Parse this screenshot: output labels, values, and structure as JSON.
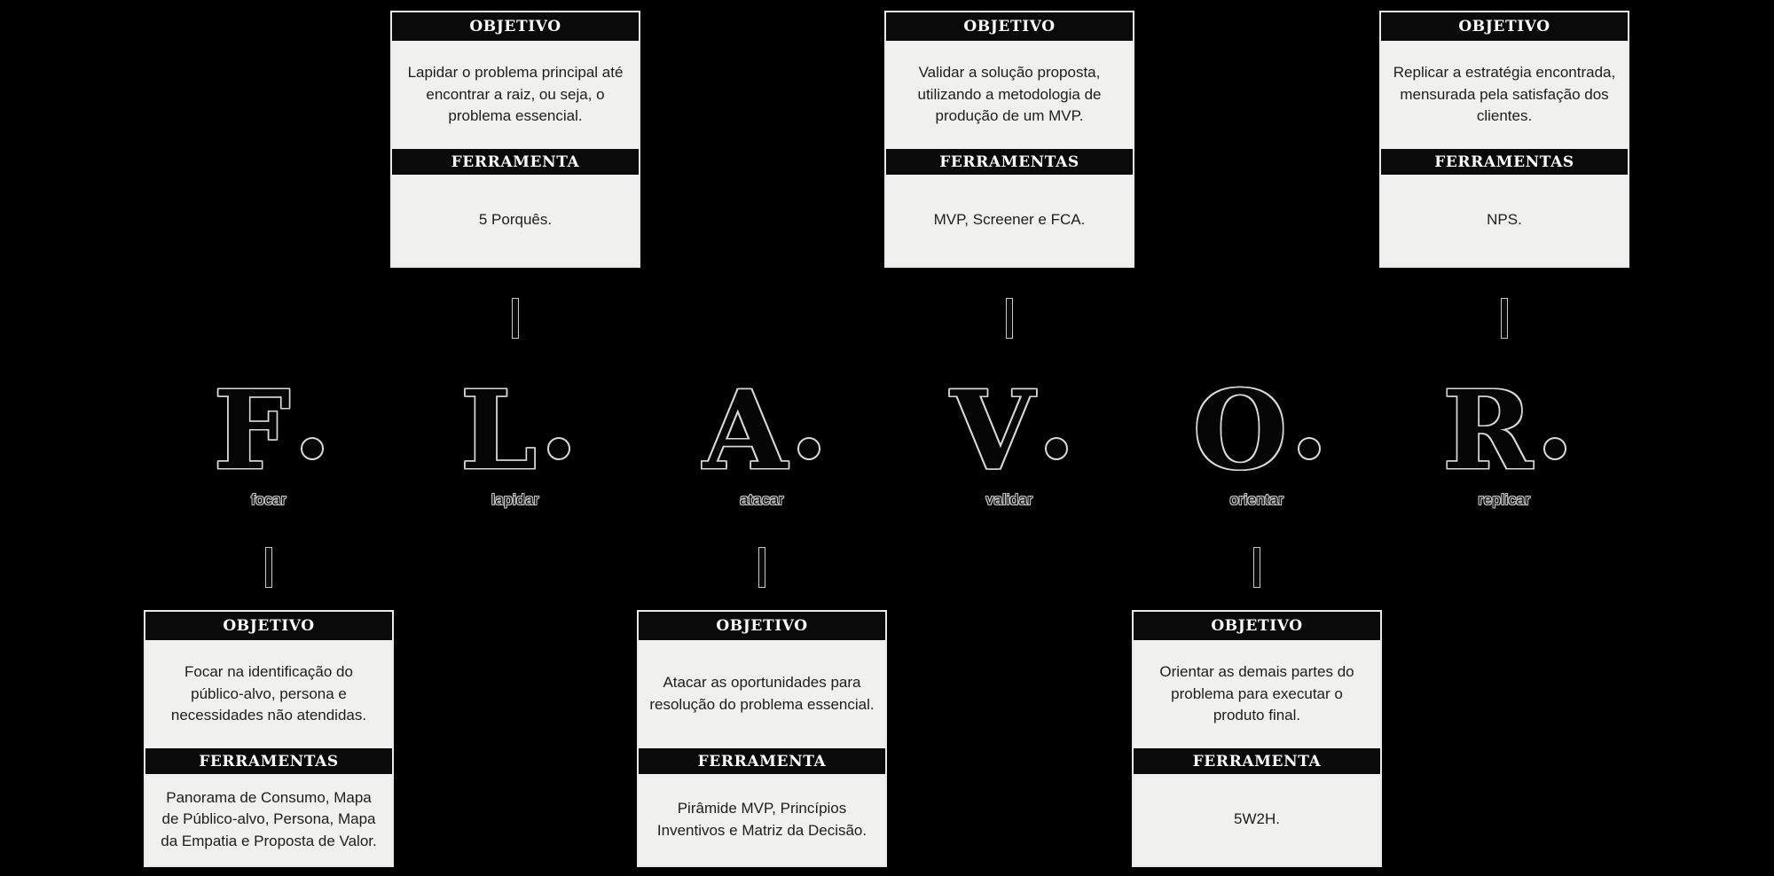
{
  "diagram_title": "F.L.A.V.O.R.",
  "colors": {
    "background": "#000000",
    "panel_background": "#f0f0ee",
    "header_background": "#0a0a0a",
    "header_text": "#ffffff",
    "body_text": "#1d1d1d",
    "outline": "#d9d9d9"
  },
  "columns": [
    {
      "letter": "F",
      "word": "focar",
      "box_position": "bottom",
      "box": {
        "objetivo_label": "OBJETIVO",
        "objetivo_text": "Focar na identificação do público-alvo, persona e necessidades não atendidas.",
        "ferramenta_label": "FERRAMENTAS",
        "ferramenta_text": "Panorama de Consumo, Mapa de Público-alvo, Persona, Mapa da Empatia e Proposta de Valor."
      }
    },
    {
      "letter": "L",
      "word": "lapidar",
      "box_position": "top",
      "box": {
        "objetivo_label": "OBJETIVO",
        "objetivo_text": "Lapidar o problema principal até encontrar a raiz, ou seja, o problema essencial.",
        "ferramenta_label": "FERRAMENTA",
        "ferramenta_text": "5 Porquês."
      }
    },
    {
      "letter": "A",
      "word": "atacar",
      "box_position": "bottom",
      "box": {
        "objetivo_label": "OBJETIVO",
        "objetivo_text": "Atacar as oportunidades para resolução do problema essencial.",
        "ferramenta_label": "FERRAMENTA",
        "ferramenta_text": "Pirâmide MVP, Princípios Inventivos e Matriz da Decisão."
      }
    },
    {
      "letter": "V",
      "word": "validar",
      "box_position": "top",
      "box": {
        "objetivo_label": "OBJETIVO",
        "objetivo_text": "Validar a solução proposta, utilizando a metodologia de produção de um MVP.",
        "ferramenta_label": "FERRAMENTAS",
        "ferramenta_text": "MVP, Screener e FCA."
      }
    },
    {
      "letter": "O",
      "word": "orientar",
      "box_position": "bottom",
      "box": {
        "objetivo_label": "OBJETIVO",
        "objetivo_text": "Orientar as demais partes do problema para executar o produto final.",
        "ferramenta_label": "FERRAMENTA",
        "ferramenta_text": "5W2H."
      }
    },
    {
      "letter": "R",
      "word": "replicar",
      "box_position": "top",
      "box": {
        "objetivo_label": "OBJETIVO",
        "objetivo_text": "Replicar a estratégia encontrada, mensurada pela satisfação dos clientes.",
        "ferramenta_label": "FERRAMENTAS",
        "ferramenta_text": "NPS."
      }
    }
  ]
}
